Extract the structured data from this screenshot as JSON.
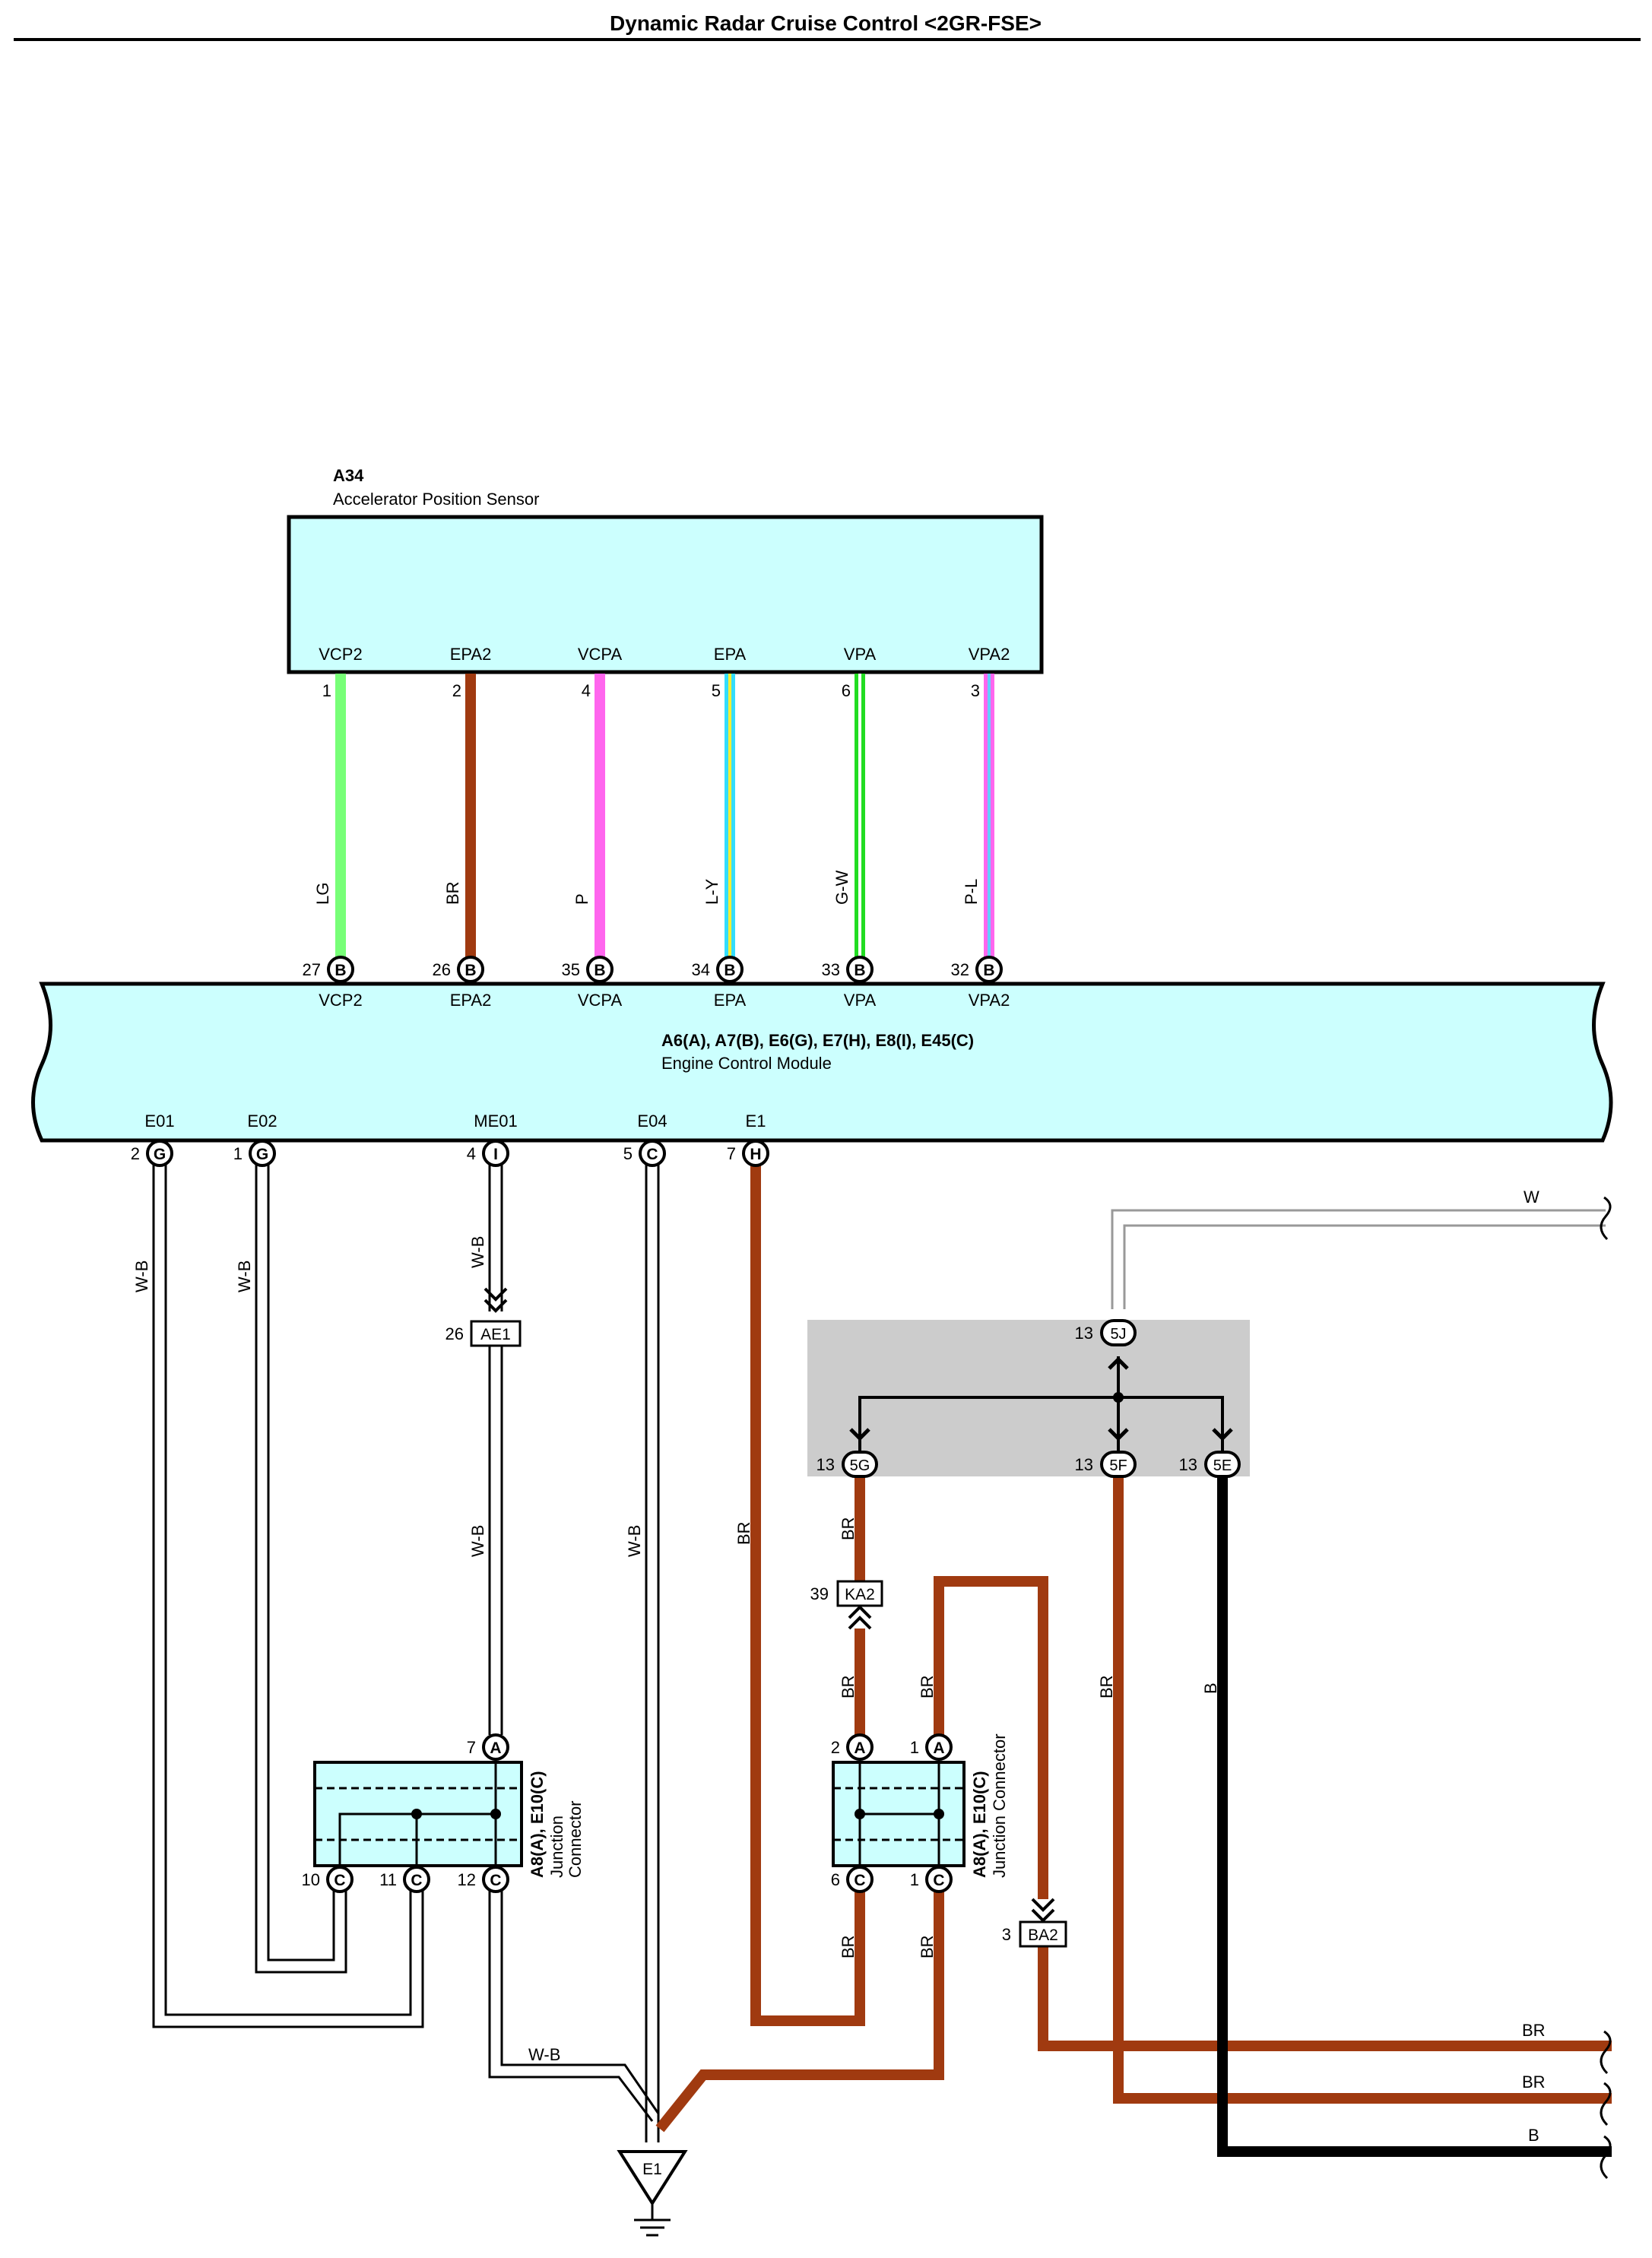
{
  "page": {
    "title": "Dynamic Radar Cruise Control <2GR-FSE>"
  },
  "sensor": {
    "code": "A34",
    "name": "Accelerator Position Sensor",
    "terminals": [
      {
        "name": "VCP2",
        "pin": "1",
        "wire": "LG",
        "colors": [
          "#77ff77"
        ]
      },
      {
        "name": "EPA2",
        "pin": "2",
        "wire": "BR",
        "colors": [
          "#a03a10"
        ]
      },
      {
        "name": "VCPA",
        "pin": "4",
        "wire": "P",
        "colors": [
          "#ff66ee"
        ]
      },
      {
        "name": "EPA",
        "pin": "5",
        "wire": "L-Y",
        "colors": [
          "#33ddff",
          "#ffee33"
        ]
      },
      {
        "name": "VPA",
        "pin": "6",
        "wire": "G-W",
        "colors": [
          "#22dd22",
          "#ffffff"
        ]
      },
      {
        "name": "VPA2",
        "pin": "3",
        "wire": "P-L",
        "colors": [
          "#ff66ee",
          "#66ccff"
        ]
      }
    ]
  },
  "ecm": {
    "codes": "A6(A), A7(B), E6(G), E7(H), E8(I), E45(C)",
    "name": "Engine Control Module",
    "top_terminals": [
      {
        "name": "VCP2",
        "pin": "27",
        "conn": "B"
      },
      {
        "name": "EPA2",
        "pin": "26",
        "conn": "B"
      },
      {
        "name": "VCPA",
        "pin": "35",
        "conn": "B"
      },
      {
        "name": "EPA",
        "pin": "34",
        "conn": "B"
      },
      {
        "name": "VPA",
        "pin": "33",
        "conn": "B"
      },
      {
        "name": "VPA2",
        "pin": "32",
        "conn": "B"
      }
    ],
    "bottom_terminals": [
      {
        "name": "E01",
        "pin": "2",
        "conn": "G"
      },
      {
        "name": "E02",
        "pin": "1",
        "conn": "G"
      },
      {
        "name": "ME01",
        "pin": "4",
        "conn": "I"
      },
      {
        "name": "E04",
        "pin": "5",
        "conn": "C"
      },
      {
        "name": "E1",
        "pin": "7",
        "conn": "H"
      }
    ]
  },
  "junction_left": {
    "codes": "A8(A), E10(C)",
    "line1": "Junction",
    "line2": "Connector",
    "pins": [
      {
        "pin": "7",
        "conn": "A"
      },
      {
        "pin": "10",
        "conn": "C"
      },
      {
        "pin": "11",
        "conn": "C"
      },
      {
        "pin": "12",
        "conn": "C"
      }
    ]
  },
  "junction_right": {
    "codes": "A8(A), E10(C)",
    "line1": "Junction Connector",
    "pins": [
      {
        "pin": "2",
        "conn": "A"
      },
      {
        "pin": "1",
        "conn": "A"
      },
      {
        "pin": "6",
        "conn": "C"
      },
      {
        "pin": "1",
        "conn": "C"
      }
    ]
  },
  "connectors": {
    "ae1": {
      "label": "AE1",
      "pin": "26"
    },
    "ka2": {
      "label": "KA2",
      "pin": "39"
    },
    "ba2": {
      "label": "BA2",
      "pin": "3"
    }
  },
  "junction_block": {
    "top": {
      "label": "5J",
      "pin": "13"
    },
    "outs": [
      {
        "label": "5G",
        "pin": "13"
      },
      {
        "label": "5F",
        "pin": "13"
      },
      {
        "label": "5E",
        "pin": "13"
      }
    ]
  },
  "wire_labels": {
    "wb": "W-B",
    "br": "BR",
    "b": "B",
    "w": "W"
  },
  "ground": {
    "label": "E1"
  },
  "colors": {
    "brown": "#a03a10",
    "black": "#000000",
    "module_fill": "#ccfffe",
    "junction_block_fill": "#cccccc"
  }
}
